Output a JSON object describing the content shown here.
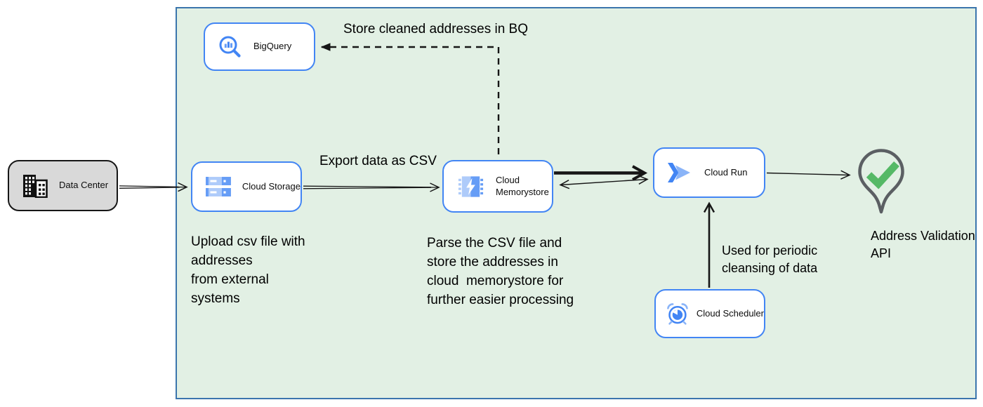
{
  "nodes": {
    "data_center": {
      "label": "Data Center"
    },
    "bigquery": {
      "label": "BigQuery"
    },
    "cloud_storage": {
      "label": "Cloud Storage"
    },
    "cloud_memorystore": {
      "label": "Cloud Memorystore"
    },
    "cloud_run": {
      "label": "Cloud Run"
    },
    "cloud_scheduler": {
      "label": "Cloud Scheduler"
    },
    "address_validation_api": {
      "label": "Address Validation API"
    }
  },
  "edge_labels": {
    "store_bq": "Store cleaned addresses in BQ",
    "export_csv": "Export data as CSV"
  },
  "captions": {
    "upload_lines": [
      "Upload csv file with",
      "addresses",
      "from external",
      "systems"
    ],
    "parse_lines": [
      "Parse the CSV file and",
      "store the addresses in",
      "cloud  memorystore for",
      "further easier processing"
    ],
    "periodic_lines": [
      "Used for periodic",
      "cleansing of data"
    ]
  },
  "colors": {
    "container_fill": "#e2f0e4",
    "container_border": "#3b75ad",
    "node_border": "#4285f4",
    "icon_blue": "#4285f4",
    "icon_mid_blue": "#669df6",
    "icon_light_blue": "#aecbfa",
    "data_center_fill": "#d9d9d9",
    "pin_gray": "#5b5f63",
    "check_green": "#55b966",
    "arrow_black": "#161616"
  }
}
